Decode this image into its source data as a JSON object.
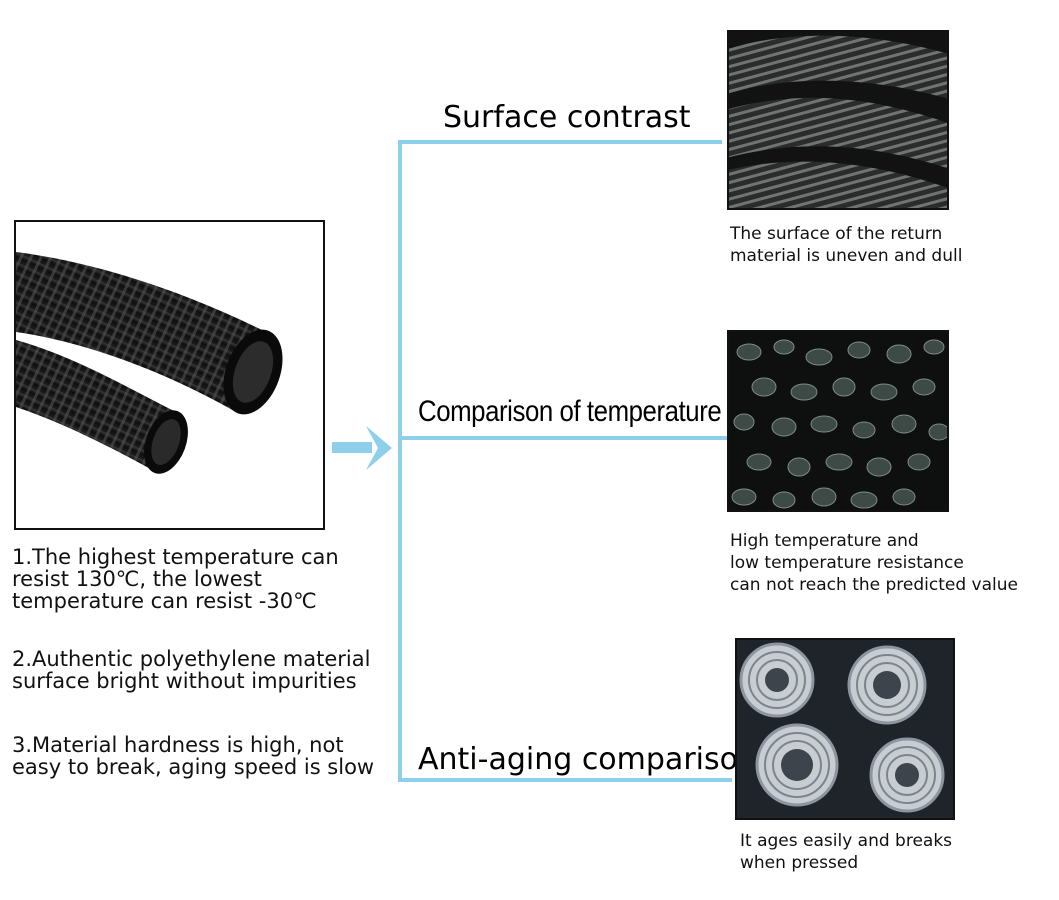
{
  "product": {
    "image": "black-corrugated-pipe-photo",
    "features": [
      "1.The highest temperature can\nresist 130℃, the lowest\ntemperature can resist -30℃",
      "2.Authentic polyethylene material\nsurface bright without impurities",
      "3.Material hardness is high, not\neasy to break, aging speed is slow"
    ]
  },
  "comparisons": [
    {
      "heading": "Surface contrast",
      "image": "dull-recycled-corrugated-pipe-photo",
      "caption": "The surface of the return\nmaterial is uneven and dull"
    },
    {
      "heading": "Comparison of temperature",
      "image": "recycled-plastic-pellets-photo",
      "caption": "High temperature and\nlow temperature resistance\ncan not reach the predicted value"
    },
    {
      "heading": "Anti-aging comparison",
      "image": "grey-cracked-corrugated-pipes-photo",
      "caption": "It ages easily and breaks\nwhen pressed"
    }
  ],
  "colors": {
    "connector_line": "#8ecfea",
    "frame": "#111111"
  }
}
